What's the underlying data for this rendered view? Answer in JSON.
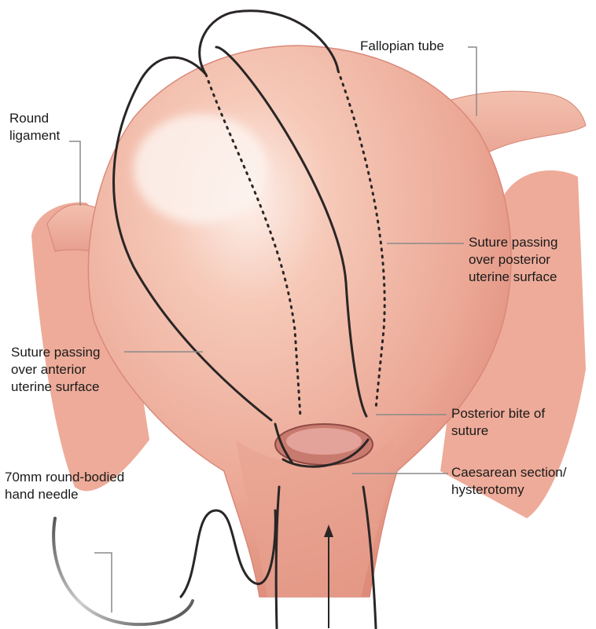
{
  "labels": {
    "fallopian_tube": [
      "Fallopian tube"
    ],
    "round_ligament": [
      "Round",
      "ligament"
    ],
    "suture_posterior": [
      "Suture passing",
      "over posterior",
      "uterine surface"
    ],
    "suture_anterior": [
      "Suture passing",
      "over anterior",
      "uterine surface"
    ],
    "posterior_bite": [
      "Posterior bite of",
      "suture"
    ],
    "caesarean_section": [
      "Caesarean section/",
      "hysterotomy"
    ],
    "needle": [
      "70mm round-bodied",
      "hand needle"
    ]
  },
  "colors": {
    "uterus": "#f2b8a5",
    "uterus_shadow": "#e08f7e",
    "highlight": "#fbe6de",
    "suture": "#2a2626",
    "leader": "#8a8a8a"
  }
}
